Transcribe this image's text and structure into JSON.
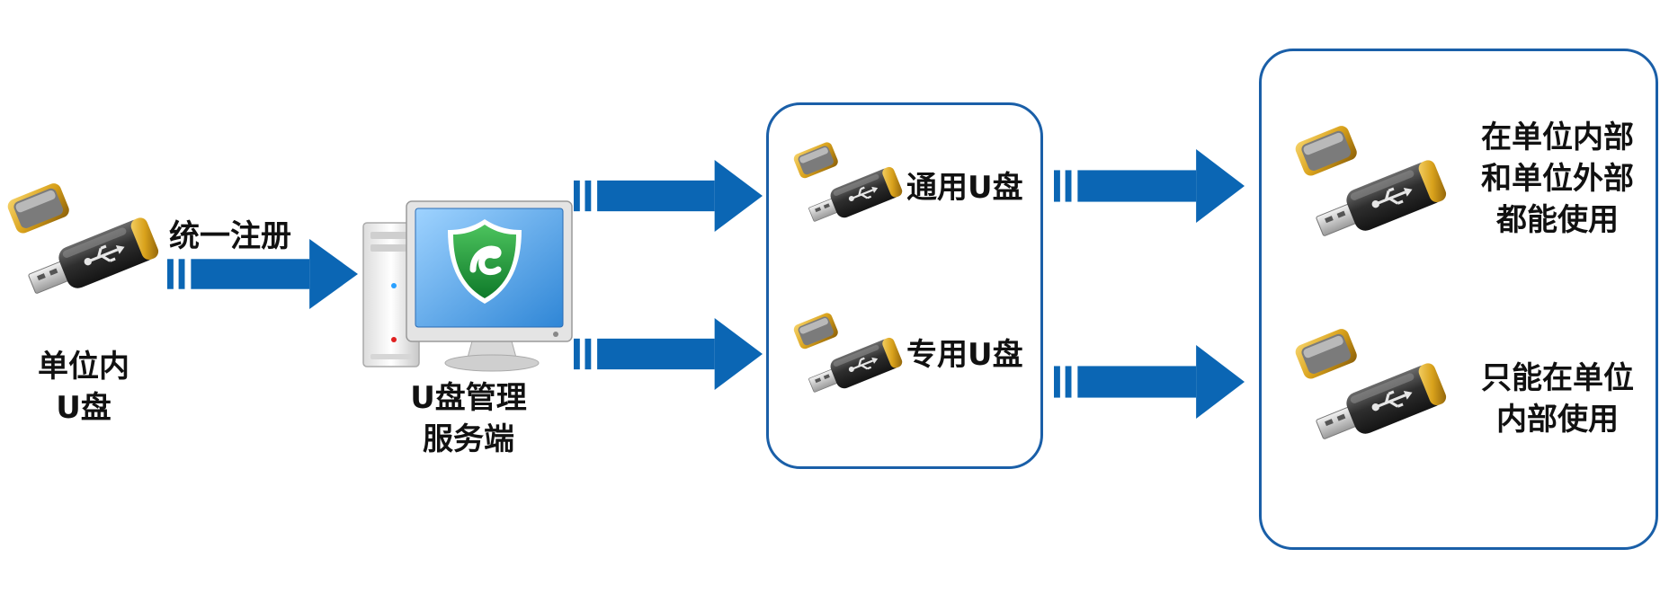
{
  "source": {
    "label_lines": [
      "单位内",
      "U盘"
    ]
  },
  "register_arrow": {
    "label": "统一注册"
  },
  "server": {
    "label_lines": [
      "U盘管理",
      "服务端"
    ]
  },
  "middle_group": {
    "general": {
      "label": "通用U盘"
    },
    "dedicated": {
      "label": "专用U盘"
    }
  },
  "result_group": {
    "general_result": {
      "label_lines": [
        "在单位内部",
        "和单位外部",
        "都能使用"
      ]
    },
    "dedicated_result": {
      "label_lines": [
        "只能在单位",
        "内部使用"
      ]
    }
  },
  "colors": {
    "arrow": "#0b66b4",
    "box_border": "#1a5fa8",
    "usb_body": "#3a3a3a",
    "usb_gold": "#d9a21c",
    "shield": "#1a9b3a"
  },
  "icons": [
    "usb-drive-icon",
    "computer-server-icon",
    "shield-icon",
    "arrow-right-icon"
  ]
}
